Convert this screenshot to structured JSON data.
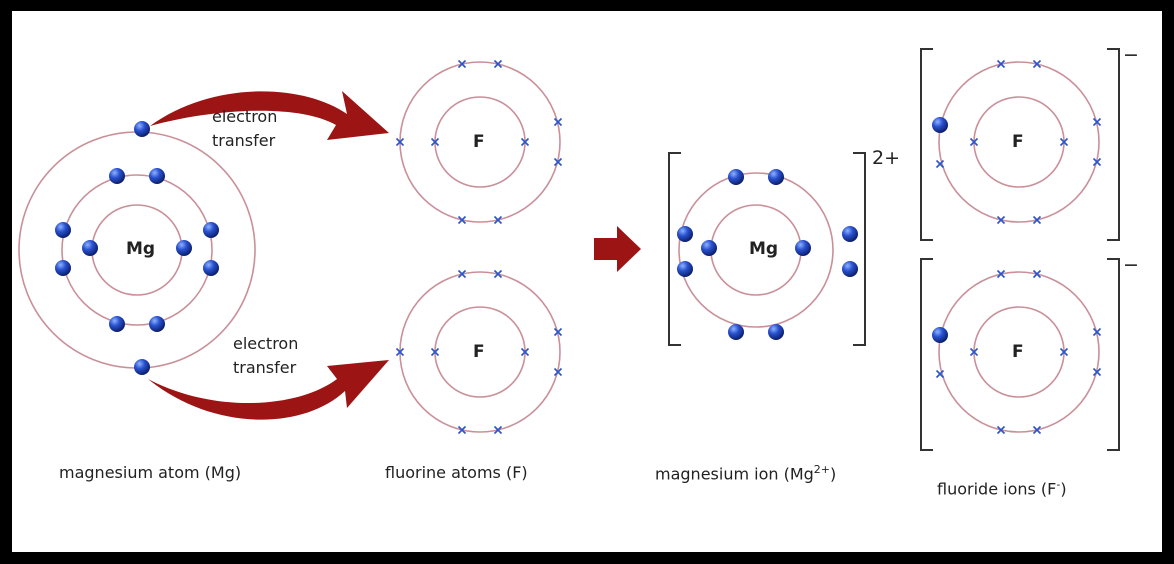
{
  "labels": {
    "transfer_top": [
      "electron",
      "transfer"
    ],
    "transfer_bottom": [
      "electron",
      "transfer"
    ],
    "mg_symbol": "Mg",
    "f_symbol": "F",
    "mg_ion_charge": "2+",
    "f_ion_charge": "−"
  },
  "captions": {
    "mg_atom": "magnesium atom (Mg)",
    "f_atoms": "fluorine atoms (F)",
    "mg_ion": {
      "text": "magnesium ion (Mg",
      "sup": "2+",
      "close": ")"
    },
    "f_ions": {
      "text": "fluoride ions (F",
      "sup": "-",
      "close": ")"
    }
  },
  "colors": {
    "shell": "#c9909a",
    "electron": "#1d3fb0",
    "cross": "#2b55c9",
    "arrow": "#9c1414"
  }
}
